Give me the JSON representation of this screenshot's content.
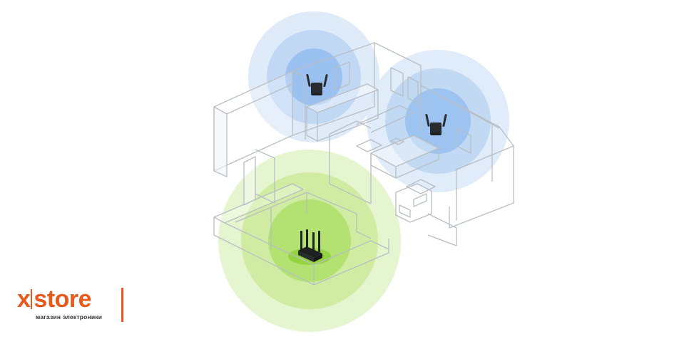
{
  "brand": {
    "logo_x": "x",
    "logo_store": "store",
    "tagline": "магазин электроники",
    "accent_color": "#e85a1c"
  },
  "diagram": {
    "devices": [
      {
        "name": "mesh-extender-upper-left",
        "kind": "wifi-extender",
        "coverage_color": "#4a90e2"
      },
      {
        "name": "mesh-extender-right",
        "kind": "wifi-extender",
        "coverage_color": "#4a90e2"
      },
      {
        "name": "main-router",
        "kind": "wifi-router",
        "coverage_color": "#8bd13a"
      }
    ]
  }
}
